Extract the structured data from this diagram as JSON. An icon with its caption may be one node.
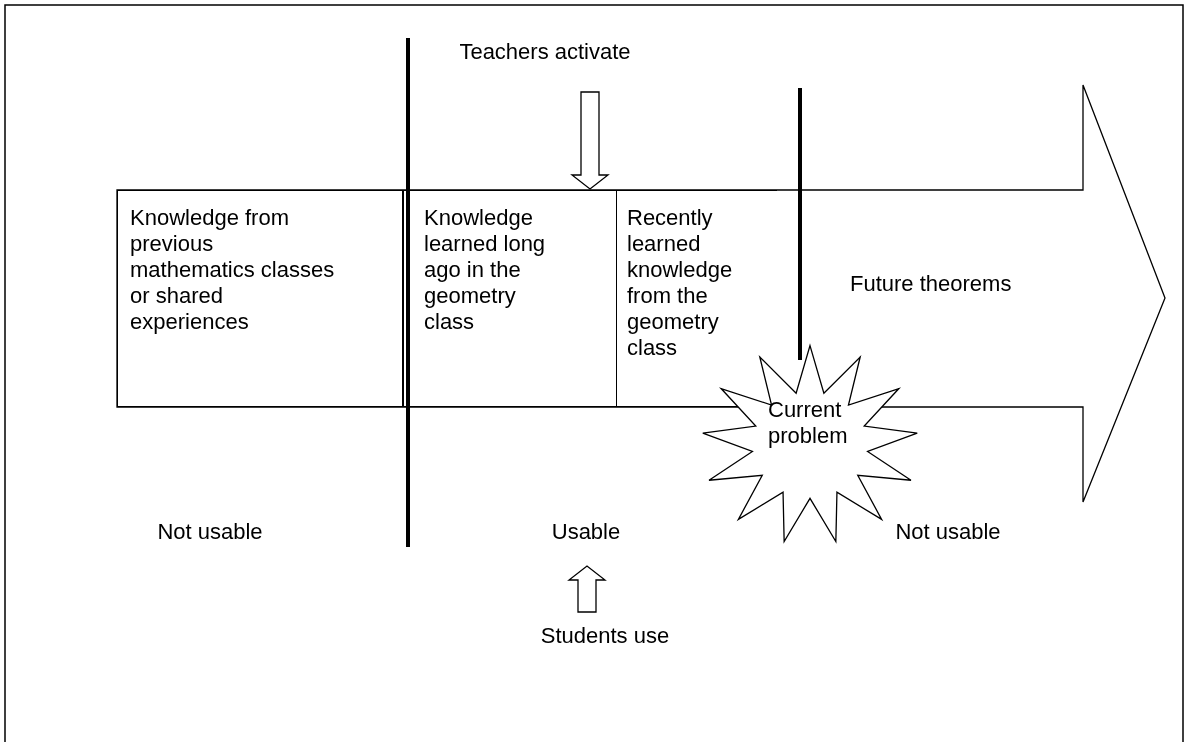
{
  "diagram": {
    "nodes": [
      {
        "text": [
          "Future theorems"
        ]
      },
      {
        "text": [
          "Knowledge from previous mathematics classes or shared experiences"
        ],
        "in": 0
      },
      {
        "text": [
          "Knowledge learned long ago in the geometry class"
        ],
        "in": 0
      },
      {
        "text": [
          "Recently learned knowledge from the geometry class"
        ],
        "in": 0
      },
      {
        "text": [
          "Current problem"
        ]
      },
      {
        "text": [
          "Teachers activate"
        ]
      },
      {
        "text": [
          "Students use"
        ]
      },
      {
        "text": [
          "Usable"
        ]
      }
    ],
    "edges": [
      {
        "from": 5,
        "to": 2,
        "arrow": "to"
      },
      {
        "from": 6,
        "to": 7,
        "arrow": "to"
      }
    ],
    "labels": [
      "Not usable",
      "Not usable"
    ]
  }
}
